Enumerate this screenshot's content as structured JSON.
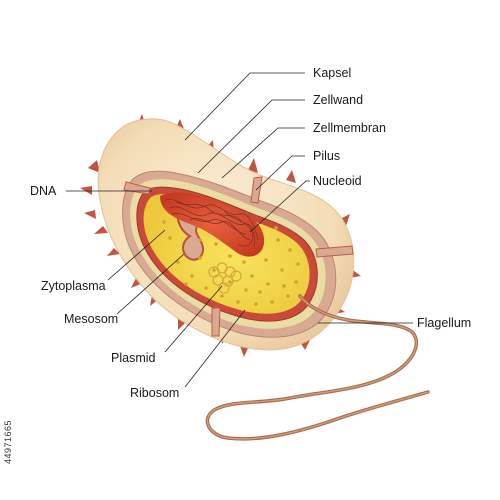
{
  "labels": {
    "kapsel": "Kapsel",
    "zellwand": "Zellwand",
    "zellmembran": "Zellmembran",
    "pilus": "Pilus",
    "nucleoid": "Nucleoid",
    "flagellum": "Flagellum",
    "dna": "DNA",
    "zytoplasma": "Zytoplasma",
    "mesosom": "Mesosom",
    "plasmid": "Plasmid",
    "ribosom": "Ribosom"
  },
  "stock_id": "44971665",
  "colors": {
    "capsule": "#f6e2bf",
    "cell_wall": "#c99d86",
    "membrane": "#c0483c",
    "cytoplasm": "#f2dc4a",
    "nucleoid": "#d84a2c",
    "pili": "#c45a44",
    "flagellum": "#b47a5c",
    "ribosome": "#d6a62e"
  }
}
